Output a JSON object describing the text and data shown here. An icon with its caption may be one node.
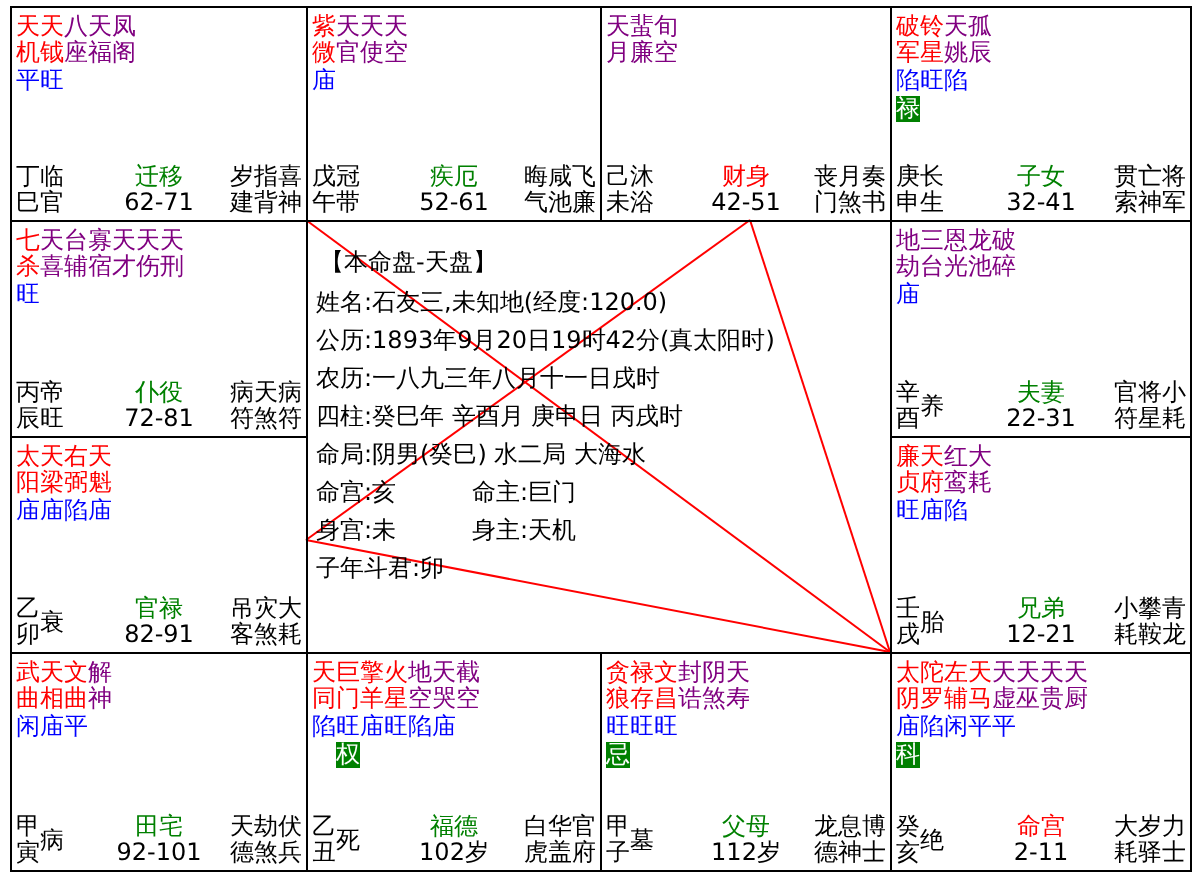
{
  "diagram": {
    "nodes": [
      {
        "text": [
          "天机",
          "天钺",
          "八座",
          "天福",
          "凤阁",
          "平旺",
          "丁巳",
          "临官",
          "迁移",
          "62-71",
          "岁建",
          "指背",
          "喜神"
        ]
      },
      {
        "text": [
          "紫微",
          "天官",
          "天使",
          "天空",
          "庙",
          "戊午",
          "冠带",
          "疾厄",
          "52-61",
          "晦气",
          "咸池",
          "飞廉"
        ]
      },
      {
        "text": [
          "天月",
          "蜚廉",
          "旬空",
          "己未",
          "沐浴",
          "财身",
          "42-51",
          "丧门",
          "月煞",
          "奏书"
        ]
      },
      {
        "text": [
          "破军",
          "铃星",
          "天姚",
          "孤辰",
          "陷旺陷",
          "禄",
          "庚申",
          "长生",
          "子女",
          "32-41",
          "贯索",
          "亡神",
          "将军"
        ]
      },
      {
        "text": [
          "七杀",
          "天喜",
          "台辅",
          "寡宿",
          "天才",
          "天伤",
          "天刑",
          "旺",
          "丙辰",
          "帝旺",
          "仆役",
          "72-81",
          "病符",
          "天煞",
          "病符"
        ]
      },
      {
        "text": [
          "【本命盘-天盘】",
          "姓名:石友三,未知地(经度:120.0)",
          "公历:1893年9月20日19时42分(真太阳时)",
          "农历:一八九三年八月十一日戌时",
          "四柱:癸巳年 辛酉月 庚申日 丙戌时",
          "命局:阴男(癸巳) 水二局 大海水",
          "命宫:亥",
          "命主:巨门",
          "身宫:未",
          "身主:天机",
          "子年斗君:卯"
        ]
      },
      {
        "text": [
          "地劫",
          "三台",
          "恩光",
          "龙池",
          "破碎",
          "庙",
          "辛酉",
          "养",
          "夫妻",
          "22-31",
          "官符",
          "将星",
          "小耗"
        ]
      },
      {
        "text": [
          "太阳",
          "天梁",
          "右弼",
          "天魁",
          "庙庙陷庙",
          "乙卯",
          "衰",
          "官禄",
          "82-91",
          "吊客",
          "灾煞",
          "大耗"
        ]
      },
      {
        "text": [
          "廉贞",
          "天府",
          "红鸾",
          "大耗",
          "旺庙陷",
          "壬戌",
          "胎",
          "兄弟",
          "12-21",
          "小耗",
          "攀鞍",
          "青龙"
        ]
      },
      {
        "text": [
          "武曲",
          "天相",
          "文曲",
          "解神",
          "闲庙平",
          "甲寅",
          "病",
          "田宅",
          "92-101",
          "天德",
          "劫煞",
          "伏兵"
        ]
      },
      {
        "text": [
          "天同",
          "巨门",
          "擎羊",
          "火星",
          "地空",
          "天哭",
          "截空",
          "陷旺庙旺陷庙",
          "权",
          "乙丑",
          "死",
          "福德",
          "102岁",
          "白虎",
          "华盖",
          "官府"
        ]
      },
      {
        "text": [
          "贪狼",
          "禄存",
          "文昌",
          "封诰",
          "阴煞",
          "天寿",
          "旺旺旺",
          "忌",
          "甲子",
          "墓",
          "父母",
          "112岁",
          "龙德",
          "息神",
          "博士"
        ]
      },
      {
        "text": [
          "太阴",
          "陀罗",
          "左辅",
          "天马",
          "天虚",
          "天巫",
          "天贵",
          "天厨",
          "庙陷闲平平",
          "科",
          "癸亥",
          "绝",
          "命宫",
          "2-11",
          "大耗",
          "岁驿",
          "力士"
        ]
      }
    ],
    "edges": [
      {
        "from": 12,
        "to": 2,
        "arrow": "none"
      },
      {
        "from": 12,
        "to": 7,
        "arrow": "none"
      },
      {
        "from": 2,
        "to": 7,
        "arrow": "none"
      },
      {
        "from": 0,
        "to": 12,
        "arrow": "none"
      }
    ]
  }
}
